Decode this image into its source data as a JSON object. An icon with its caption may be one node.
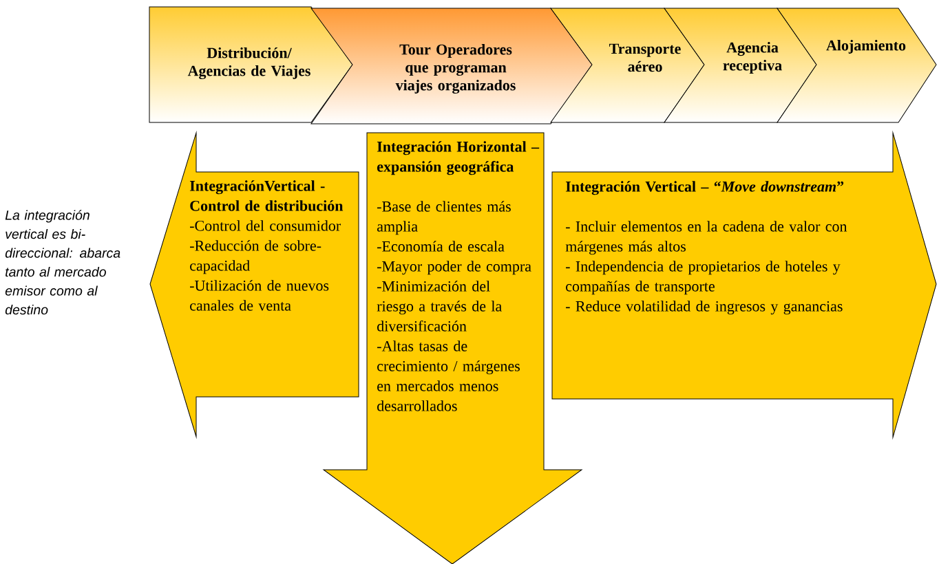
{
  "diagram": {
    "nodes": [
      {
        "text": [
          "Distribución/ Agencias de Viajes"
        ]
      },
      {
        "text": [
          "Tour Operadores que programan viajes organizados"
        ]
      },
      {
        "text": [
          "Transporte aéreo"
        ]
      },
      {
        "text": [
          "Agencia receptiva"
        ]
      },
      {
        "text": [
          "Alojamiento"
        ]
      },
      {
        "text": [
          "IntegraciónVertical - Control de distribución",
          "-Control del consumidor",
          "-Reducción de sobre-capacidad",
          "-Utilización de nuevos canales de venta"
        ]
      },
      {
        "text": [
          "Integración Horizontal – expansión geográfica",
          "-Base de clientes más amplia",
          "-Economía de escala",
          "-Mayor poder de compra",
          "-Minimización del riesgo a través de la diversificación",
          "-Altas tasas de crecimiento / márgenes en mercados menos desarrollados"
        ]
      },
      {
        "text": [
          "Integración Vertical – “*Move downstream*”",
          "- Incluir elementos en la cadena de valor  con márgenes más altos",
          "- Independencia de propietarios de hoteles y compañías de transporte",
          "- Reduce volatilidad de ingresos y ganancias"
        ]
      }
    ],
    "labels": [
      "La integración vertical es bi-direccional: abarca tanto al mercado emisor como al destino"
    ]
  }
}
